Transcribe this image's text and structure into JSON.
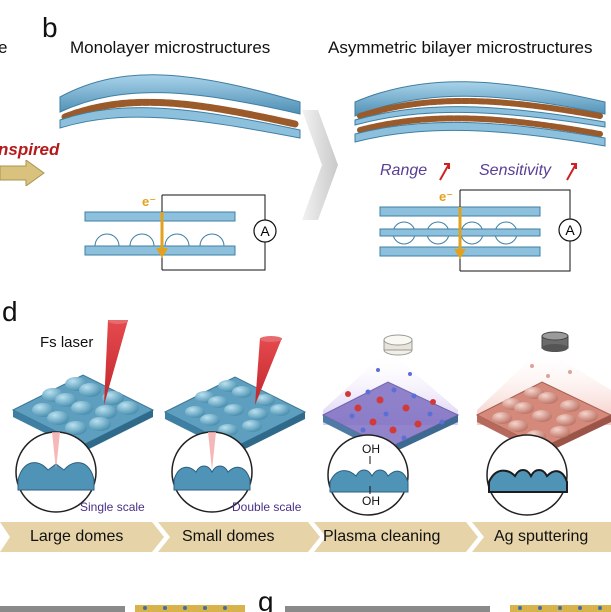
{
  "panel_b": {
    "letter": "b",
    "left_cut_text": "e",
    "inspired_text": "nspired",
    "monolayer_title": "Monolayer microstructures",
    "bilayer_title": "Asymmetric bilayer microstructures",
    "range_label": "Range",
    "sensitivity_label": "Sensitivity",
    "electron_label": "e⁻",
    "ammeter_label": "A"
  },
  "panel_d": {
    "letter": "d",
    "laser_label": "Fs laser",
    "single_scale_label": "Single scale",
    "double_scale_label": "Double scale",
    "oh_label": "OH",
    "steps": [
      "Large domes",
      "Small domes",
      "Plasma cleaning",
      "Ag sputtering"
    ]
  },
  "panel_g": {
    "letter": "g"
  },
  "colors": {
    "substrate": "#6aa8c9",
    "substrate_dark": "#3f7fa3",
    "dome_brown": "#9b5a2a",
    "arrow_tan": "#e6d4a8",
    "laser_red": "#d9353a",
    "accent_red": "#b51a1a",
    "accent_purple": "#5a3e96",
    "electron_yellow": "#e2a21c"
  }
}
